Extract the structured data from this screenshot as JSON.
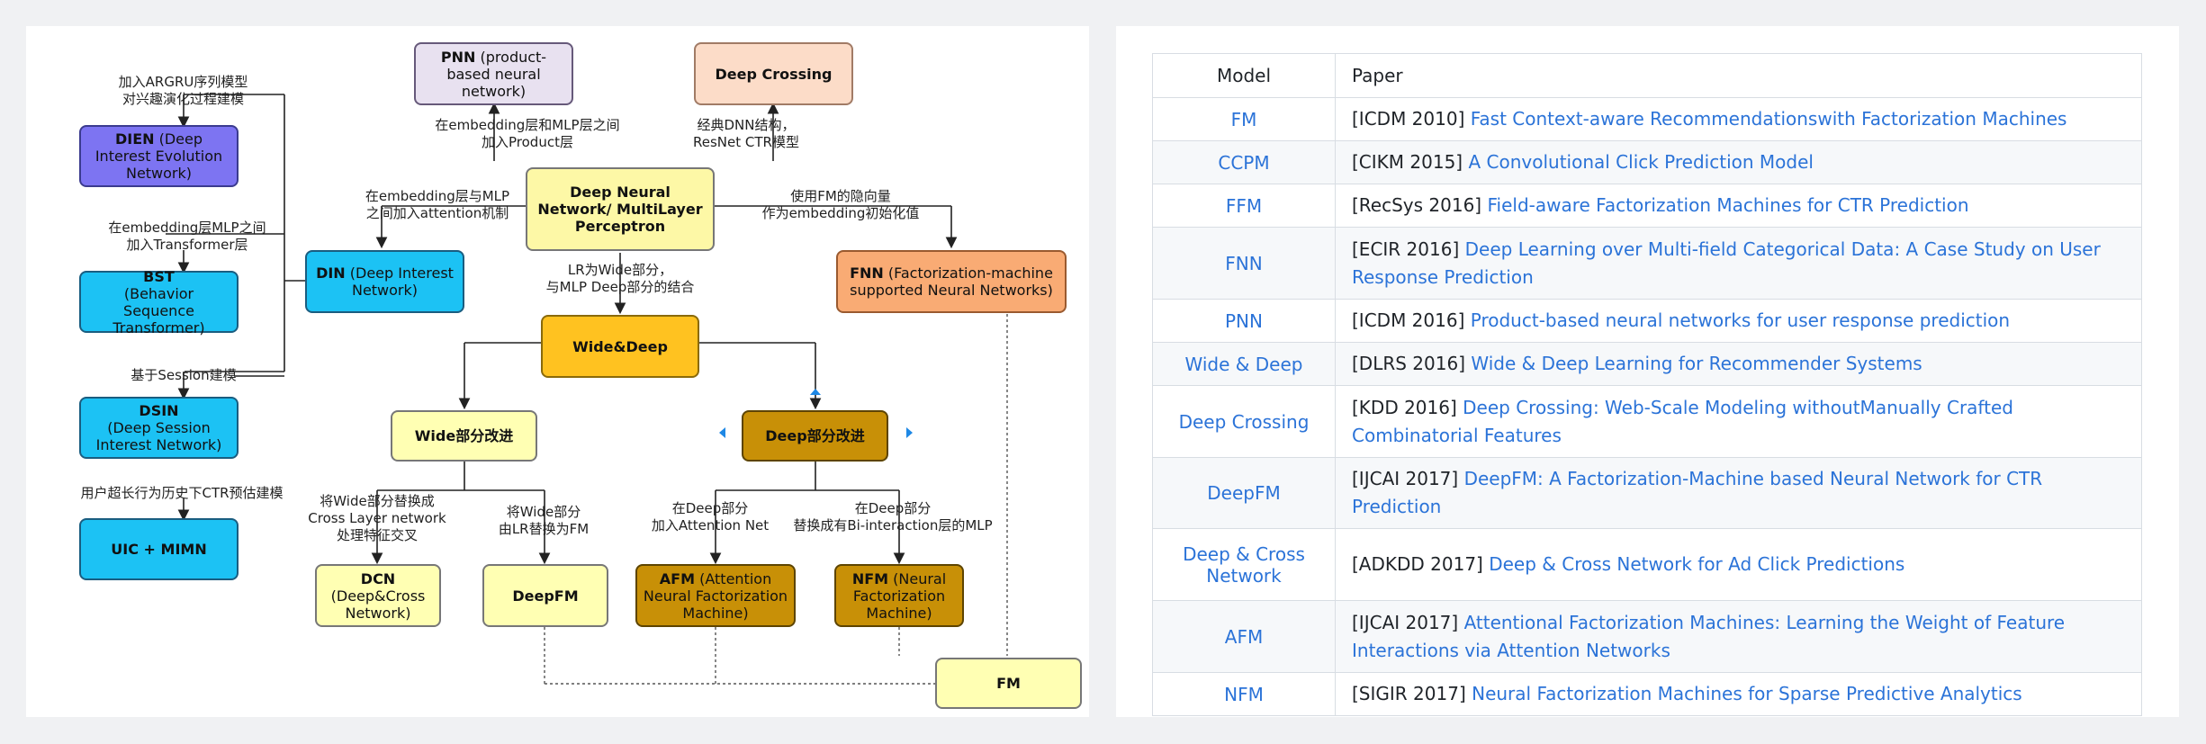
{
  "diagram": {
    "nodes": {
      "dien": {
        "bold": "DIEN",
        "rest": " (Deep Interest Evolution Network)"
      },
      "bst": {
        "bold": "BST",
        "rest": "(Behavior Sequence Transformer)"
      },
      "dsin": {
        "bold": "DSIN",
        "rest": "(Deep Session Interest Network)"
      },
      "uic": {
        "bold": "UIC + MIMN",
        "rest": ""
      },
      "pnn": {
        "bold": "PNN",
        "rest": " (product-based neural network)"
      },
      "deep_crossing": {
        "bold": "Deep Crossing",
        "rest": ""
      },
      "dnn": {
        "bold": "Deep Neural Network/ MultiLayer Perceptron",
        "rest": ""
      },
      "din": {
        "bold": "DIN",
        "rest": " (Deep Interest Network)"
      },
      "fnn": {
        "bold": "FNN",
        "rest": " (Factorization-machine supported Neural Networks)"
      },
      "wide_deep": {
        "bold": "Wide&Deep",
        "rest": ""
      },
      "wide_improve": {
        "bold": "Wide部分改进",
        "rest": ""
      },
      "deep_improve": {
        "bold": "Deep部分改进",
        "rest": ""
      },
      "dcn": {
        "bold": "DCN",
        "rest": "(Deep&Cross Network)"
      },
      "deepfm": {
        "bold": "DeepFM",
        "rest": ""
      },
      "afm": {
        "bold": "AFM",
        "rest": " (Attention Neural Factorization Machine)"
      },
      "nfm": {
        "bold": "NFM",
        "rest": " (Neural Factorization Machine)"
      },
      "fm": {
        "bold": "FM",
        "rest": ""
      }
    },
    "annotations": {
      "argru": "加入ARGRU序列模型\n对兴趣演化过程建模",
      "transformer": "在embedding层MLP之间\n加入Transformer层",
      "session": "基于Session建模",
      "user_history": "用户超长行为历史下CTR预估建模",
      "product_layer": "在embedding层和MLP层之间\n加入Product层",
      "dnn_structure": "经典DNN结构，\nResNet CTR模型",
      "attention": "在embedding层与MLP\n之间加入attention机制",
      "fm_hidden": "使用FM的隐向量\n作为embedding初始化值",
      "lr_wide": "LR为Wide部分，\n与MLP Deep部分的结合",
      "cross_layer": "将Wide部分替换成\nCross Layer network\n处理特征交叉",
      "lr_to_fm": "将Wide部分\n由LR替换为FM",
      "attention_net": "在Deep部分\n加入Attention Net",
      "bi_interaction": "在Deep部分\n替换成有Bi-interaction层的MLP"
    }
  },
  "table": {
    "headers": [
      "Model",
      "Paper"
    ],
    "rows": [
      {
        "model": "FM",
        "venue": "[ICDM 2010]",
        "title": "Fast Context-aware Recommendationswith Factorization Machines"
      },
      {
        "model": "CCPM",
        "venue": "[CIKM 2015]",
        "title": "A Convolutional Click Prediction Model"
      },
      {
        "model": "FFM",
        "venue": "[RecSys 2016]",
        "title": "Field-aware Factorization Machines for CTR Prediction"
      },
      {
        "model": "FNN",
        "venue": "[ECIR 2016]",
        "title": "Deep Learning over Multi-field Categorical Data: A Case Study on User Response Prediction"
      },
      {
        "model": "PNN",
        "venue": "[ICDM 2016]",
        "title": "Product-based neural networks for user response prediction"
      },
      {
        "model": "Wide & Deep",
        "venue": "[DLRS 2016]",
        "title": "Wide & Deep Learning for Recommender Systems"
      },
      {
        "model": "Deep Crossing",
        "venue": "[KDD 2016]",
        "title": "Deep Crossing: Web-Scale Modeling withoutManually Crafted Combinatorial Features"
      },
      {
        "model": "DeepFM",
        "venue": "[IJCAI 2017]",
        "title": "DeepFM: A Factorization-Machine based Neural Network for CTR Prediction"
      },
      {
        "model": "Deep & Cross Network",
        "venue": "[ADKDD 2017]",
        "title": "Deep & Cross Network for Ad Click Predictions"
      },
      {
        "model": "AFM",
        "venue": "[IJCAI 2017]",
        "title": "Attentional Factorization Machines: Learning the Weight of Feature Interactions via Attention Networks"
      },
      {
        "model": "NFM",
        "venue": "[SIGIR 2017]",
        "title": "Neural Factorization Machines for Sparse Predictive Analytics"
      }
    ]
  }
}
